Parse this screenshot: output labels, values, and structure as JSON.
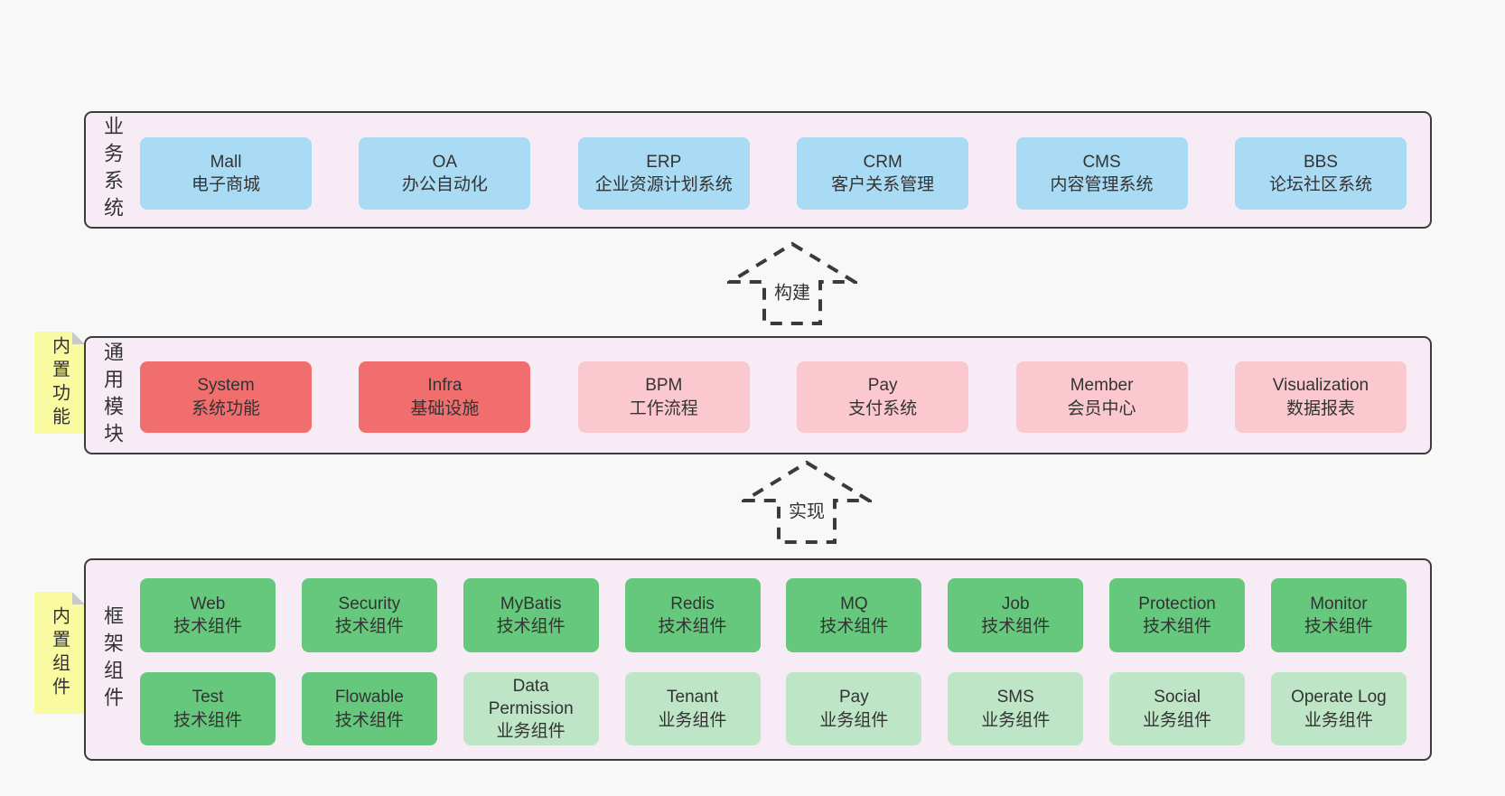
{
  "colors": {
    "page_bg": "#f8f8f8",
    "panel_bg": "#f7ecf5",
    "panel_border": "#3c3c3c",
    "box_blue": "#a9dbf5",
    "box_red": "#f06e6e",
    "box_pink": "#fcc8d0",
    "box_green": "#65c87c",
    "box_light_green": "#bee5c6",
    "note_yellow": "#fafaa0",
    "note_fold_gray": "#c9c9c9",
    "text": "#333333"
  },
  "arrows": [
    {
      "label": "构建"
    },
    {
      "label": "实现"
    }
  ],
  "panels": [
    {
      "label_vertical": "业务系统",
      "boxes": [
        {
          "title": "Mall",
          "subtitle": "电子商城"
        },
        {
          "title": "OA",
          "subtitle": "办公自动化"
        },
        {
          "title": "ERP",
          "subtitle": "企业资源计划系统"
        },
        {
          "title": "CRM",
          "subtitle": "客户关系管理"
        },
        {
          "title": "CMS",
          "subtitle": "内容管理系统"
        },
        {
          "title": "BBS",
          "subtitle": "论坛社区系统"
        }
      ]
    },
    {
      "label_vertical": "通用模块",
      "note": "内置功能",
      "boxes": [
        {
          "title": "System",
          "subtitle": "系统功能"
        },
        {
          "title": "Infra",
          "subtitle": "基础设施"
        },
        {
          "title": "BPM",
          "subtitle": "工作流程"
        },
        {
          "title": "Pay",
          "subtitle": "支付系统"
        },
        {
          "title": "Member",
          "subtitle": "会员中心"
        },
        {
          "title": "Visualization",
          "subtitle": "数据报表"
        }
      ]
    },
    {
      "label_vertical": "框架组件",
      "note": "内置组件",
      "rows": [
        [
          {
            "title": "Web",
            "subtitle": "技术组件"
          },
          {
            "title": "Security",
            "subtitle": "技术组件"
          },
          {
            "title": "MyBatis",
            "subtitle": "技术组件"
          },
          {
            "title": "Redis",
            "subtitle": "技术组件"
          },
          {
            "title": "MQ",
            "subtitle": "技术组件"
          },
          {
            "title": "Job",
            "subtitle": "技术组件"
          },
          {
            "title": "Protection",
            "subtitle": "技术组件"
          },
          {
            "title": "Monitor",
            "subtitle": "技术组件"
          }
        ],
        [
          {
            "title": "Test",
            "subtitle": "技术组件"
          },
          {
            "title": "Flowable",
            "subtitle": "技术组件"
          },
          {
            "title": "Data Permission",
            "subtitle": "业务组件"
          },
          {
            "title": "Tenant",
            "subtitle": "业务组件"
          },
          {
            "title": "Pay",
            "subtitle": "业务组件"
          },
          {
            "title": "SMS",
            "subtitle": "业务组件"
          },
          {
            "title": "Social",
            "subtitle": "业务组件"
          },
          {
            "title": "Operate Log",
            "subtitle": "业务组件"
          }
        ]
      ]
    }
  ]
}
